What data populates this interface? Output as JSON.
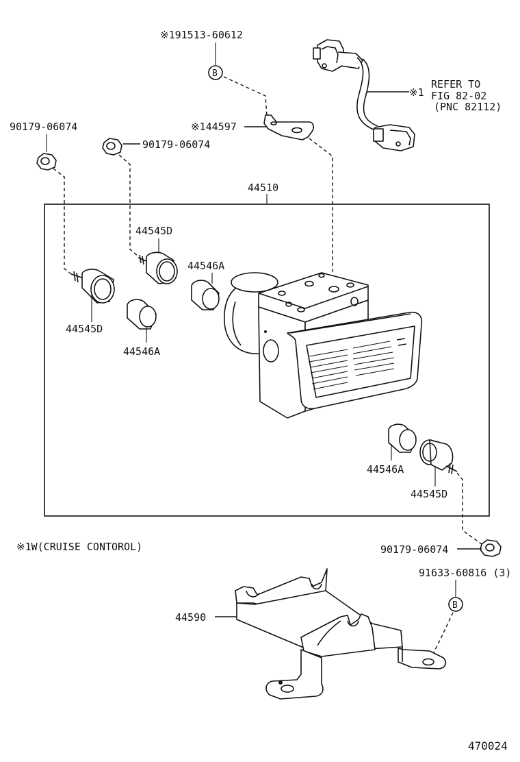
{
  "labels": {
    "bolt_b_top": "※191513-60612",
    "bolt_b_bottom": "91633-60816 (3)",
    "b_marker": "B",
    "refer_line1": "REFER TO",
    "refer_line2": "FIG 82-02",
    "refer_line3": "(PNC 82112)",
    "wire_callout": "※1",
    "nut_left": "90179-06074",
    "nut_mid": "90179-06074",
    "nut_right": "90179-06074",
    "bracket_small": "※144597",
    "assembly": "44510",
    "cushion_d_top": "44545D",
    "cushion_d_left": "44545D",
    "cushion_d_right": "44545D",
    "collar_a_mid": "44546A",
    "collar_a_left": "44546A",
    "collar_a_right": "44546A",
    "note": "※1W(CRUISE CONTOROL)",
    "bracket_main": "44590",
    "drawing_number": "470024"
  }
}
